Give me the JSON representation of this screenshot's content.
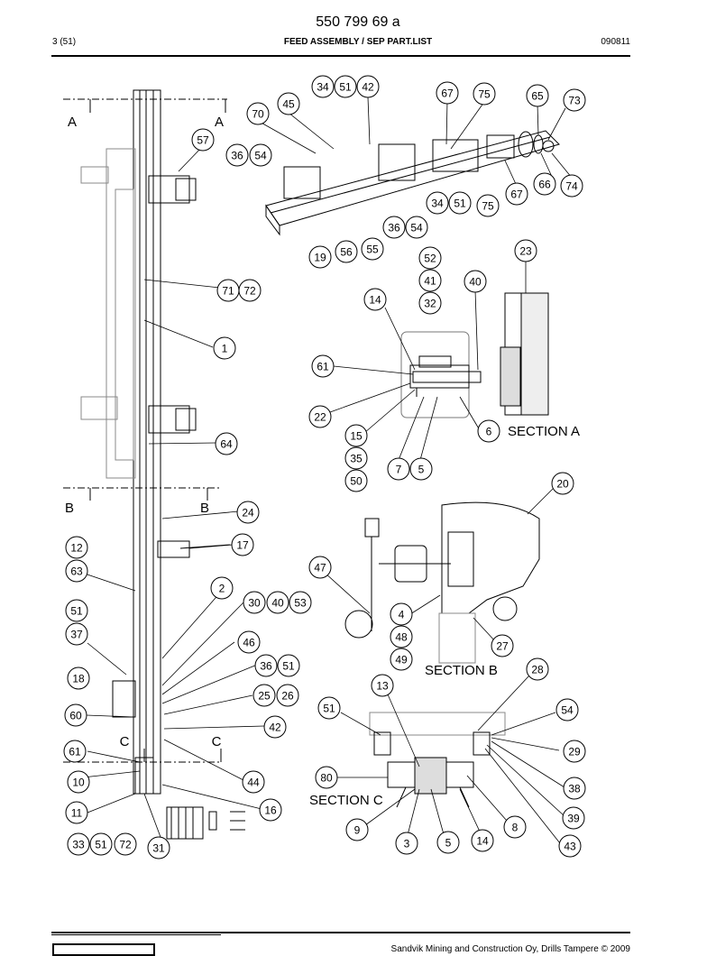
{
  "header": {
    "doc_number": "550 799 69 a",
    "page": "3 (51)",
    "title": "FEED ASSEMBLY / SEP PART.LIST",
    "date": "090811"
  },
  "footer": {
    "copyright": "Sandvik Mining and Construction Oy, Drills Tampere © 2009"
  },
  "section_labels": {
    "section_a": "SECTION A",
    "section_b": "SECTION B",
    "section_c": "SECTION C",
    "a": "A",
    "b": "B",
    "c": "C"
  },
  "callouts": [
    "34",
    "51",
    "42",
    "67",
    "75",
    "65",
    "73",
    "45",
    "70",
    "57",
    "36",
    "54",
    "66",
    "74",
    "67",
    "75",
    "34",
    "51",
    "36",
    "54",
    "19",
    "56",
    "55",
    "23",
    "52",
    "41",
    "40",
    "32",
    "14",
    "71",
    "72",
    "1",
    "61",
    "22",
    "6",
    "15",
    "35",
    "50",
    "7",
    "5",
    "64",
    "20",
    "24",
    "17",
    "12",
    "63",
    "47",
    "2",
    "30",
    "40",
    "53",
    "51",
    "4",
    "37",
    "48",
    "46",
    "27",
    "49",
    "36",
    "51",
    "28",
    "18",
    "13",
    "25",
    "26",
    "51",
    "54",
    "60",
    "42",
    "29",
    "61",
    "80",
    "44",
    "38",
    "10",
    "16",
    "11",
    "39",
    "9",
    "3",
    "5",
    "14",
    "8",
    "43",
    "33",
    "51",
    "72",
    "31"
  ]
}
